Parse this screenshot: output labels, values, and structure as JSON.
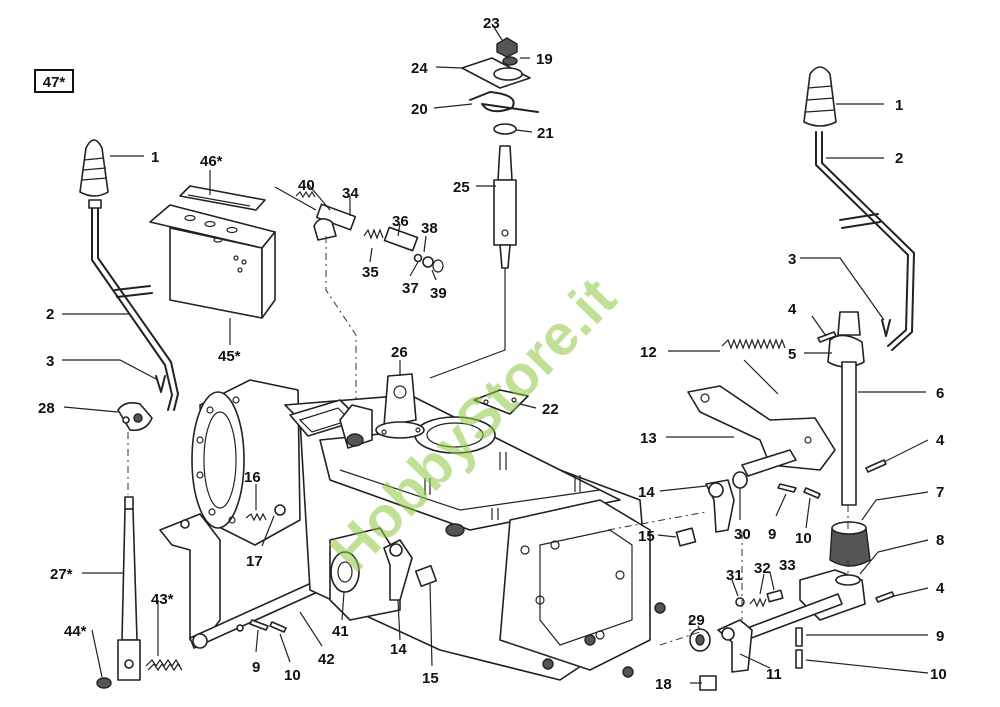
{
  "diagram": {
    "figure_tag": "47*",
    "watermark": "HobbyStore.it",
    "callouts": {
      "l1": "1",
      "l2": "2",
      "l3": "3",
      "l28": "28",
      "l27": "27*",
      "l44": "44*",
      "l43": "43*",
      "l46": "46*",
      "l45": "45*",
      "l40": "40",
      "l34": "34",
      "l36": "36",
      "l38": "38",
      "l35": "35",
      "l37": "37",
      "l39": "39",
      "l23": "23",
      "l24": "24",
      "l19": "19",
      "l20": "20",
      "l21": "21",
      "l25": "25",
      "l26": "26",
      "l22": "22",
      "l12": "12",
      "l13": "13",
      "l16": "16",
      "l17": "17",
      "l41": "41",
      "l9a": "9",
      "l10a": "10",
      "l42": "42",
      "l14a": "14",
      "l15a": "15",
      "l14b": "14",
      "l30": "30",
      "l9b": "9",
      "l10b": "10",
      "l15b": "15",
      "l31": "31",
      "l32": "32",
      "l33": "33",
      "l29": "29",
      "l11": "11",
      "l18": "18",
      "r1": "1",
      "r2": "2",
      "r3": "3",
      "r4a": "4",
      "r5": "5",
      "r6": "6",
      "r4b": "4",
      "r7": "7",
      "r8": "8",
      "r4c": "4",
      "r9": "9",
      "r10": "10"
    }
  }
}
